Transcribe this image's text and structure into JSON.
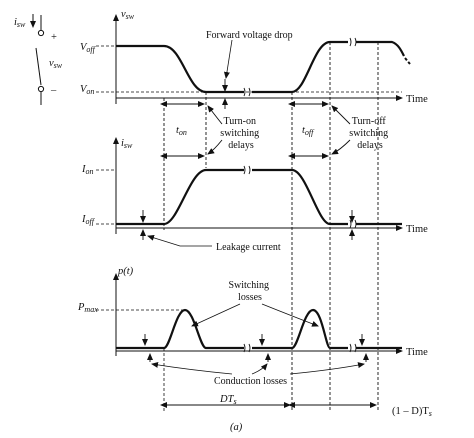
{
  "figure": {
    "panel_label": "(a)"
  },
  "switch": {
    "i_label": "i",
    "i_sub": "sw",
    "v_label": "v",
    "v_sub": "sw",
    "plus": "+",
    "minus": "–"
  },
  "voltage_plot": {
    "y_label": "v",
    "y_sub": "sw",
    "level_high": "V",
    "level_high_sub": "off",
    "level_low": "V",
    "level_low_sub": "on",
    "time_label": "Time",
    "forward_drop": "Forward voltage drop"
  },
  "current_plot": {
    "y_label": "i",
    "y_sub": "sw",
    "level_high": "I",
    "level_high_sub": "on",
    "level_low": "I",
    "level_low_sub": "off",
    "time_label": "Time",
    "ton": "t",
    "ton_sub": "on",
    "toff": "t",
    "toff_sub": "off",
    "turn_on_lines": [
      "Turn-on",
      "switching",
      "delays"
    ],
    "turn_off_lines": [
      "Turn-off",
      "switching",
      "delays"
    ],
    "leakage": "Leakage current"
  },
  "power_plot": {
    "y_label": "p(t)",
    "level": "P",
    "level_sub": "max",
    "time_label": "Time",
    "switching_losses_lines": [
      "Switching",
      "losses"
    ],
    "conduction_losses": "Conduction losses",
    "dts": "DT",
    "dts_sub": "s",
    "one_minus_d": "(1 – D)T",
    "one_minus_d_sub": "s"
  },
  "style": {
    "stroke": "#111111",
    "background": "#ffffff"
  }
}
